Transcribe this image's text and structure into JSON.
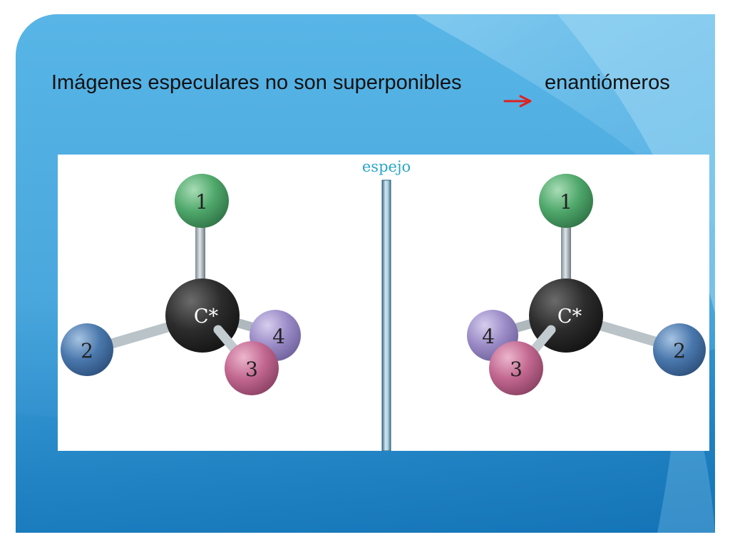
{
  "slide": {
    "title": "Imágenes especulares no son superponibles",
    "title_arrow_icon": "right-arrow-icon",
    "title_after": "enantiómeros",
    "colors": {
      "background": "#4aa7dd",
      "arrow": "#e02020",
      "mirror_label": "#2aa7c9"
    }
  },
  "figure": {
    "mirror_label": "espejo",
    "left_molecule": {
      "center": "C*",
      "atoms": {
        "a1": "1",
        "a2": "2",
        "a3": "3",
        "a4": "4"
      }
    },
    "right_molecule": {
      "center": "C*",
      "atoms": {
        "a1": "1",
        "a2": "2",
        "a3": "3",
        "a4": "4"
      }
    },
    "atom_colors": {
      "carbon": "#2a2a2a",
      "atom1": "#4fa86b",
      "atom2": "#4a78ad",
      "atom3": "#c26790",
      "atom4": "#9b8cc7"
    }
  }
}
